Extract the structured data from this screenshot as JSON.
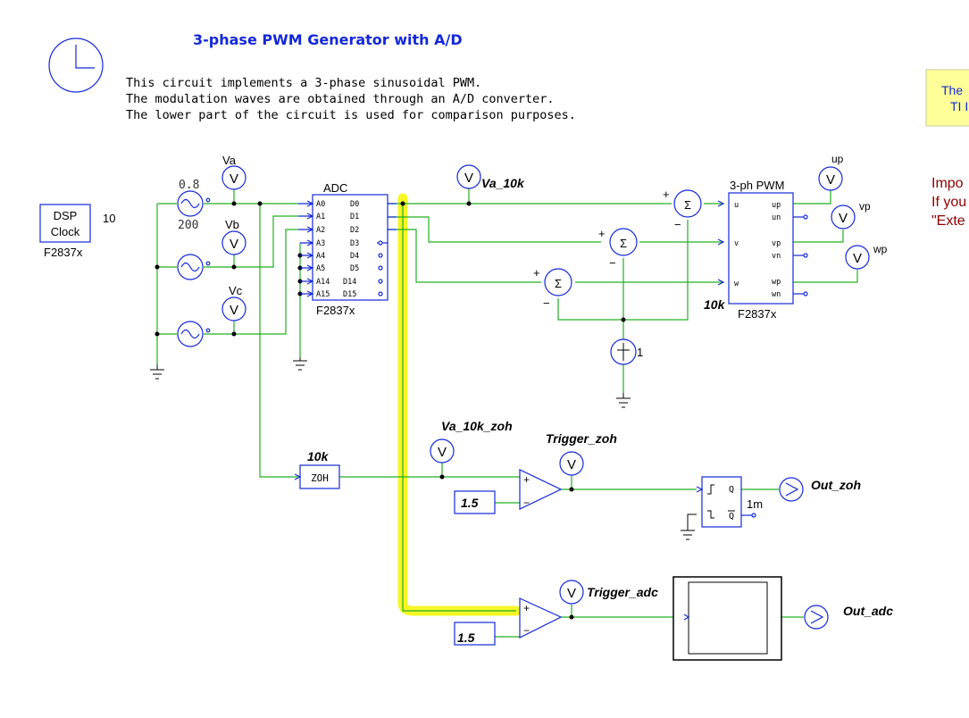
{
  "title": "3-phase PWM Generator with A/D",
  "description": [
    "This circuit implements a 3-phase sinusoidal PWM.",
    "The modulation waves are obtained through an A/D converter.",
    "The lower part of the circuit is used for comparison purposes."
  ],
  "note_box": {
    "line1": "The",
    "line2": "TI I"
  },
  "important_text": {
    "line1": "Impo",
    "line2": "If you",
    "line3": "\"Exte"
  },
  "dsp_clock": {
    "line1": "DSP",
    "line2": "Clock",
    "value": "10",
    "target": "F2837x"
  },
  "sources": {
    "amplitude": "0.8",
    "frequency": "200"
  },
  "probes": {
    "va": "Va",
    "vb": "Vb",
    "vc": "Vc",
    "va_10k": "Va_10k",
    "up": "up",
    "vp": "vp",
    "wp": "wp",
    "va_10k_zoh": "Va_10k_zoh",
    "trigger_zoh": "Trigger_zoh",
    "trigger_adc": "Trigger_adc",
    "out_zoh": "Out_zoh",
    "out_adc": "Out_adc",
    "meter_symbol": "V"
  },
  "adc": {
    "title": "ADC",
    "target": "F2837x",
    "inputs": [
      "A0",
      "A1",
      "A2",
      "A3",
      "A4",
      "A5",
      "A14",
      "A15"
    ],
    "outputs": [
      "D0",
      "D1",
      "D2",
      "D3",
      "D4",
      "D5",
      "D14",
      "D15"
    ]
  },
  "pwm": {
    "title": "3-ph PWM",
    "target": "F2837x",
    "rate": "10k",
    "inputs": [
      "u",
      "v",
      "w"
    ],
    "outputs": [
      "up",
      "un",
      "vp",
      "vn",
      "wp",
      "wn"
    ]
  },
  "summers": {
    "plus": "+",
    "minus": "−",
    "symbol": "Σ"
  },
  "dc_source": {
    "value": "1",
    "symbol": "+"
  },
  "zoh": {
    "label": "ZOH",
    "rate": "10k"
  },
  "comparators": {
    "zoh_ref": "1.5",
    "adc_ref": "1.5",
    "plus": "+",
    "minus": "−"
  },
  "monostable": {
    "q": "Q",
    "qbar": "Q",
    "duration": "1m"
  },
  "colors": {
    "title": "#1428d8",
    "wire_green": "#20b020",
    "component_blue": "#1428d8",
    "highlight_yellow": "#f5f500",
    "note_bg": "#ffff99",
    "important_red": "#8b0000"
  }
}
